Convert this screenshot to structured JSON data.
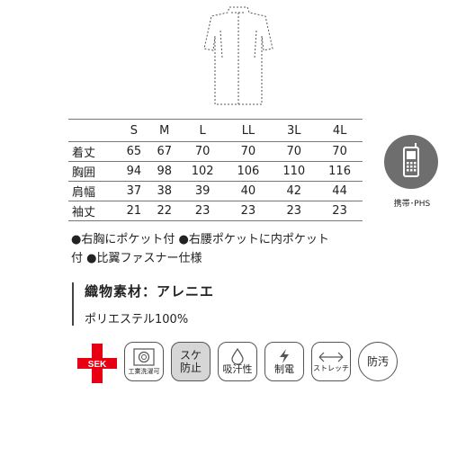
{
  "size_table": {
    "headers": [
      "S",
      "M",
      "L",
      "LL",
      "3L",
      "4L"
    ],
    "rows": [
      {
        "label": "着丈",
        "values": [
          "65",
          "67",
          "70",
          "70",
          "70",
          "70"
        ]
      },
      {
        "label": "胸囲",
        "values": [
          "94",
          "98",
          "102",
          "106",
          "110",
          "116"
        ]
      },
      {
        "label": "肩幅",
        "values": [
          "37",
          "38",
          "39",
          "40",
          "42",
          "44"
        ]
      },
      {
        "label": "袖丈",
        "values": [
          "21",
          "22",
          "23",
          "23",
          "23",
          "23"
        ]
      }
    ]
  },
  "phone": {
    "label": "携帯･PHS",
    "icon": "mobile-phone-icon"
  },
  "features": {
    "line1": "●右胸にポケット付 ●右腰ポケットに内ポケット",
    "line2": "付 ●比翼ファスナー仕様"
  },
  "material": {
    "title": "織物素材：アレニエ",
    "composition": "ポリエステル100%"
  },
  "badges": {
    "sek": "SEK",
    "wash": "工業洗濯可",
    "stain_resist": "スケ防止",
    "sweat": "吸汗性",
    "static": "制電",
    "stretch": "ストレッチ",
    "antifouling": "防汚"
  },
  "colors": {
    "sek_red": "#e60012",
    "icon_gray": "#6e6e6e",
    "shaded_badge": "#d6d6d6"
  }
}
